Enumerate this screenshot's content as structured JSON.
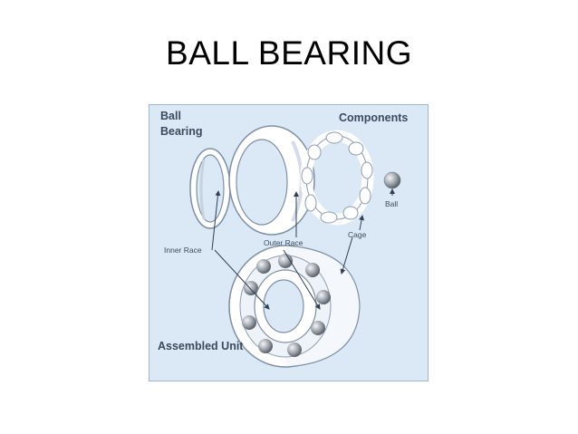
{
  "slide": {
    "title": "BALL BEARING"
  },
  "diagram": {
    "heading_line1": "Ball",
    "heading_line2": "Bearing",
    "components_heading": "Components",
    "assembled_heading": "Assembled Unit",
    "labels": {
      "inner_race": "Inner Race",
      "outer_race": "Outer Race",
      "cage": "Cage",
      "ball": "Ball"
    },
    "colors": {
      "background": "#dbe9f6",
      "line": "#2f3f56",
      "part_fill": "#ffffff",
      "ball": "#8d9299"
    }
  }
}
